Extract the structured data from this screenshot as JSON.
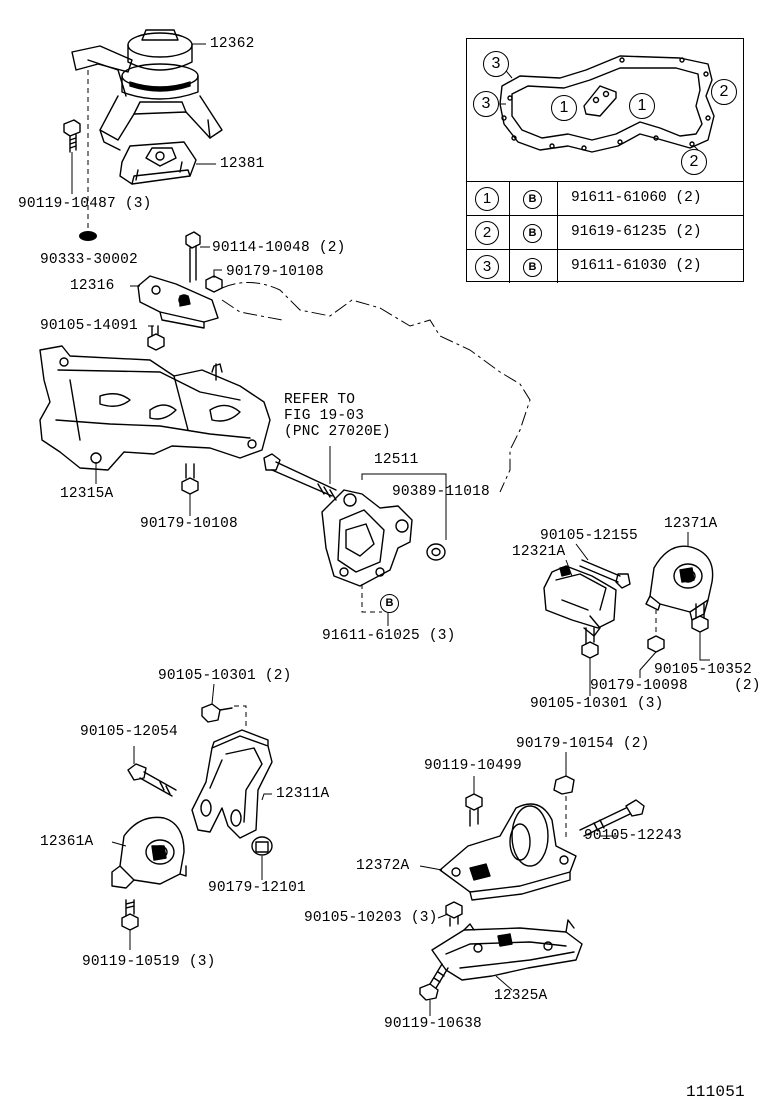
{
  "diagram_id": "111051",
  "labels": {
    "p12362": "12362",
    "p12381": "12381",
    "p90119_10487": "90119-10487 (3)",
    "p90333_30002": "90333-30002",
    "p90114_10048": "90114-10048 (2)",
    "p90179_10108_top": "90179-10108",
    "p12316": "12316",
    "p90105_14091": "90105-14091",
    "refer_line1": "REFER TO",
    "refer_line2": "FIG 19-03",
    "refer_line3": "(PNC 27020E)",
    "p12511": "12511",
    "p90389_11018": "90389-11018",
    "p12315A": "12315A",
    "p90179_10108_bot": "90179-10108",
    "p91611_61025": "91611-61025 (3)",
    "p90105_12155": "90105-12155",
    "p12321A": "12321A",
    "p12371A": "12371A",
    "p90179_10098": "90179-10098",
    "p90105_10352": "90105-10352",
    "p90105_10352_qty": "(2)",
    "p90105_10301_right": "90105-10301 (3)",
    "p90105_10301_left": "90105-10301 (2)",
    "p90105_12054": "90105-12054",
    "p12311A": "12311A",
    "p12361A": "12361A",
    "p90179_12101": "90179-12101",
    "p90119_10519": "90119-10519 (3)",
    "p90179_10154": "90179-10154 (2)",
    "p90119_10499": "90119-10499",
    "p90105_12243": "90105-12243",
    "p12372A": "12372A",
    "p90105_10203": "90105-10203 (3)",
    "p12325A": "12325A",
    "p90119_10638": "90119-10638"
  },
  "inset": {
    "markers": [
      "3",
      "3",
      "2",
      "2",
      "1",
      "1"
    ],
    "bolt_symbol": "B",
    "legend": [
      {
        "ref": "1",
        "symbol": "B",
        "part": "91611-61060 (2)"
      },
      {
        "ref": "2",
        "symbol": "B",
        "part": "91619-61235 (2)"
      },
      {
        "ref": "3",
        "symbol": "B",
        "part": "91611-61030 (2)"
      }
    ]
  }
}
